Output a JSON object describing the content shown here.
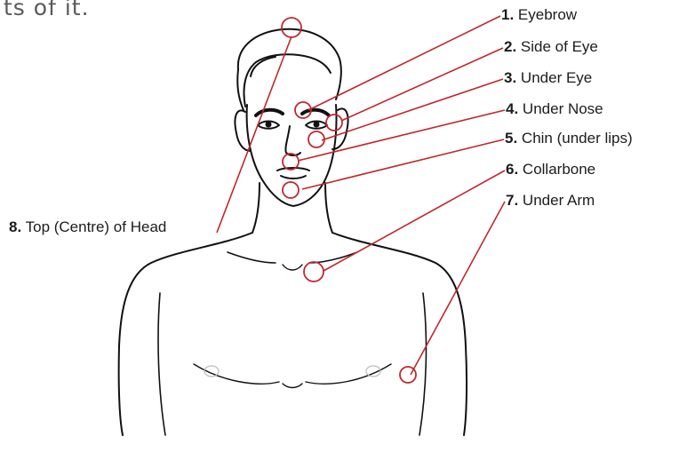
{
  "intro_text": "ts of it.",
  "colors": {
    "marker": "#c0282d",
    "outline": "#111111",
    "text": "#1c1c1c"
  },
  "points": [
    {
      "number": "1.",
      "name": "Eyebrow"
    },
    {
      "number": "2.",
      "name": "Side of Eye"
    },
    {
      "number": "3.",
      "name": "Under Eye"
    },
    {
      "number": "4.",
      "name": "Under Nose"
    },
    {
      "number": "5.",
      "name": "Chin (under lips)"
    },
    {
      "number": "6.",
      "name": "Collarbone"
    },
    {
      "number": "7.",
      "name": "Under Arm"
    },
    {
      "number": "8.",
      "name": "Top (Centre) of Head"
    }
  ]
}
